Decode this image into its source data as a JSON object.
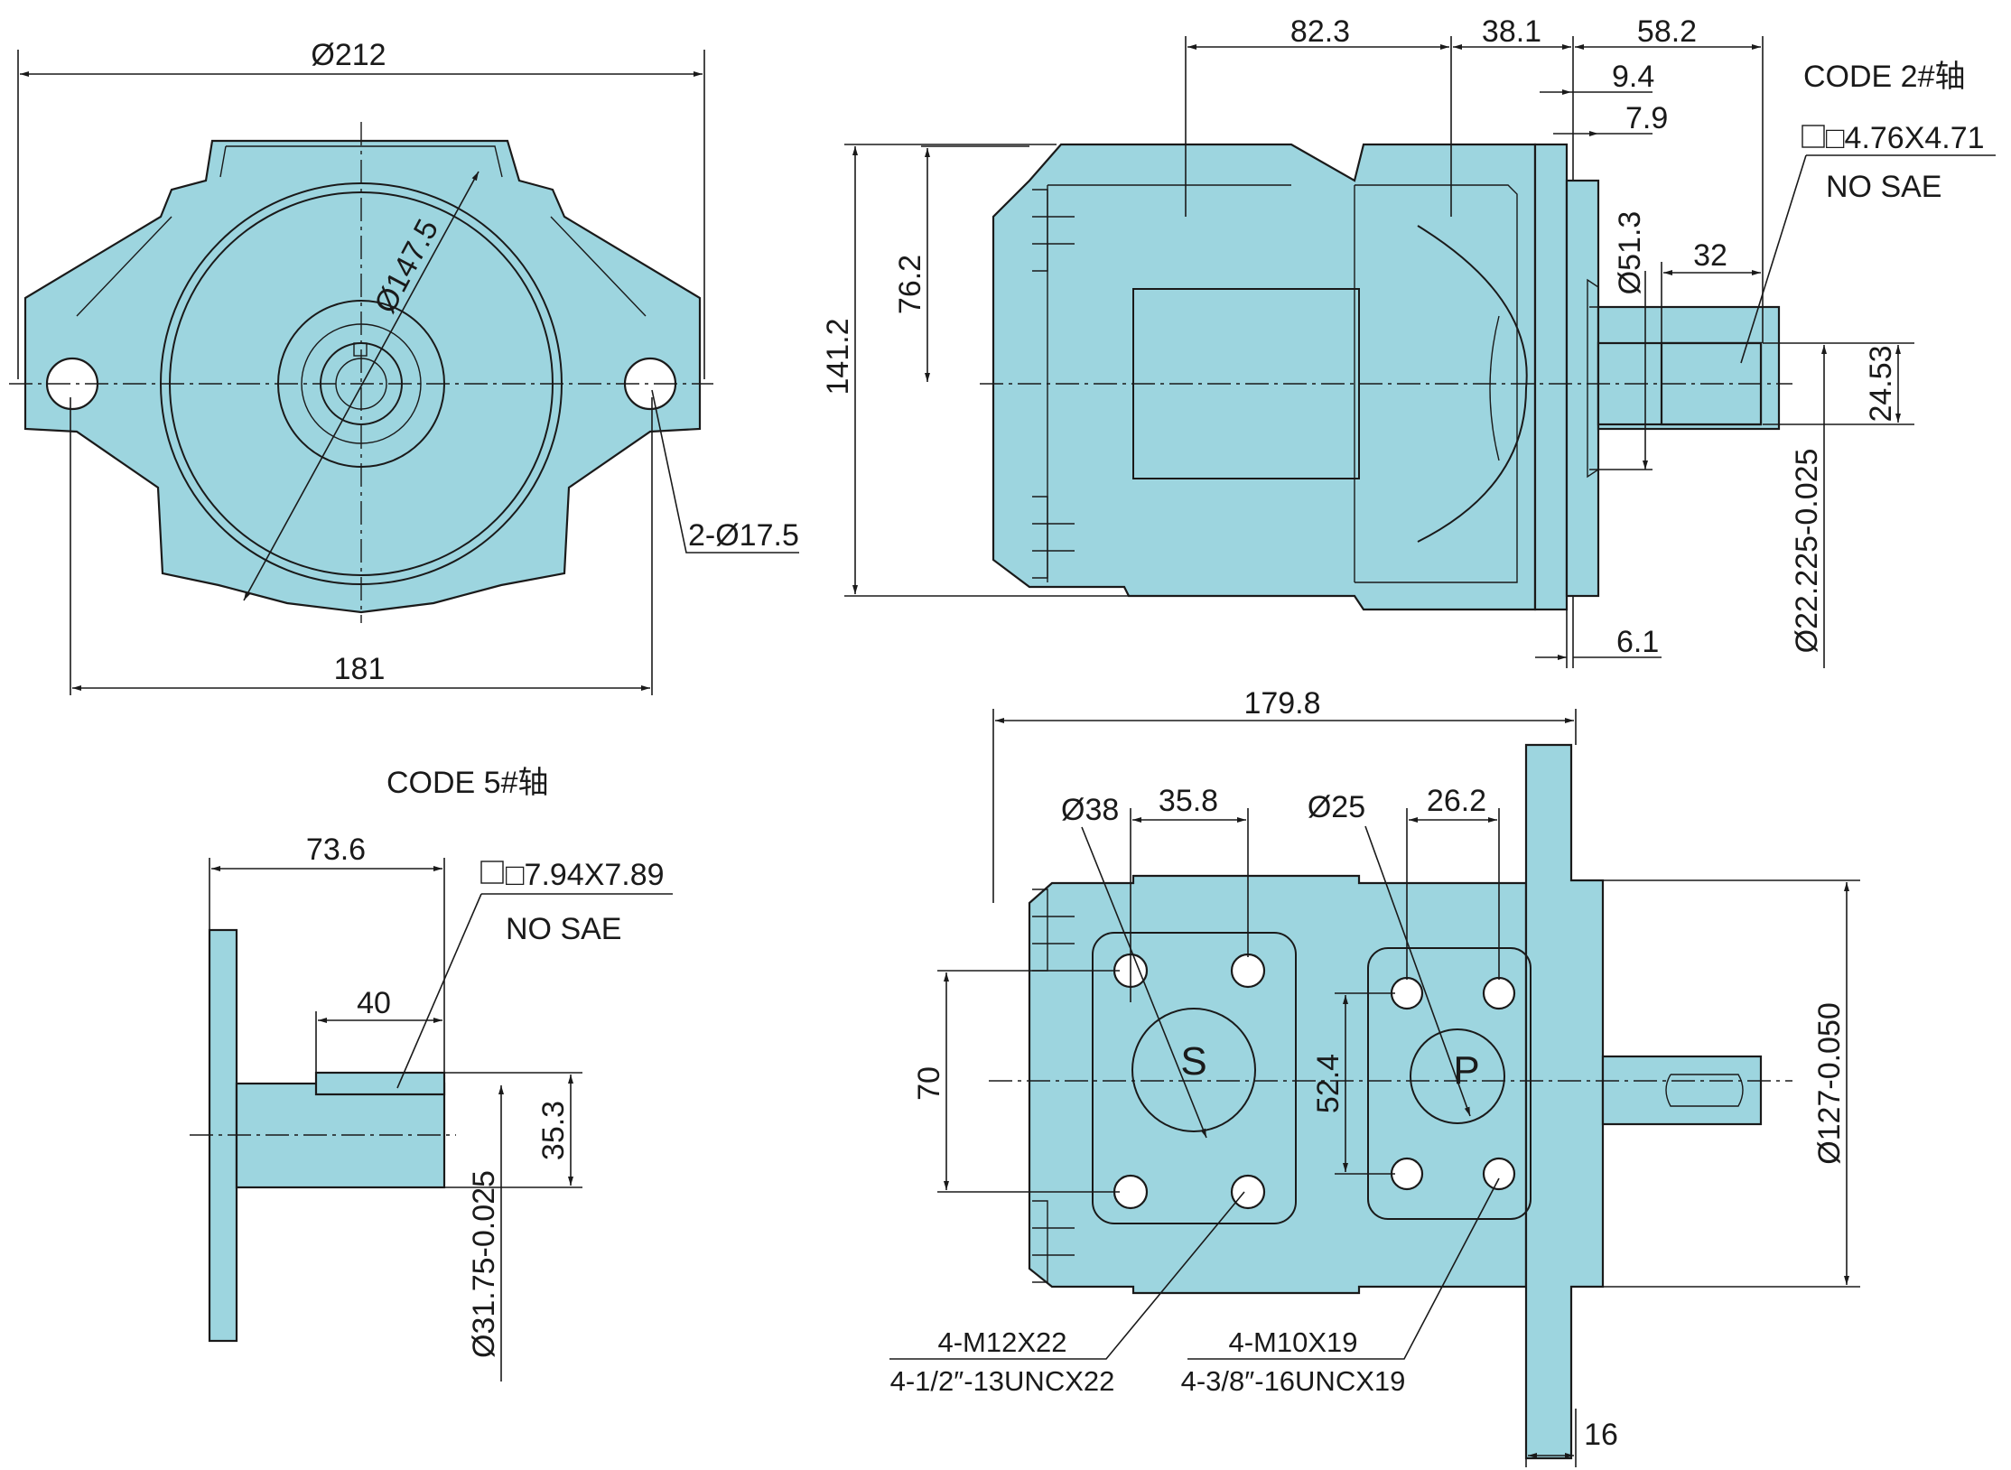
{
  "colors": {
    "part_fill": "#9dd5df",
    "line": "#1a1a1a",
    "background": "#ffffff"
  },
  "front_view": {
    "dia_overall": "Ø212",
    "dia_body": "Ø147.5",
    "mount_holes": "2-Ø17.5",
    "hole_spacing": "181"
  },
  "side_view": {
    "code_label": "CODE 2#轴",
    "key_size": "□4.76X4.71",
    "key_note": "NO SAE",
    "dim_82_3": "82.3",
    "dim_38_1": "38.1",
    "dim_58_2": "58.2",
    "dim_9_4": "9.4",
    "dim_7_9": "7.9",
    "dim_51_3": "Ø51.3",
    "dim_32": "32",
    "dim_24_53": "24.53",
    "dim_shaft_dia": "Ø22.225-0.025",
    "dim_6_1": "6.1",
    "dim_141_2": "141.2",
    "dim_76_2": "76.2"
  },
  "shaft5_view": {
    "code_label": "CODE 5#轴",
    "dim_73_6": "73.6",
    "key_size": "□7.94X7.89",
    "key_note": "NO SAE",
    "dim_40": "40",
    "dim_35_3": "35.3",
    "dim_shaft_dia": "Ø31.75-0.025"
  },
  "top_view": {
    "dim_179_8": "179.8",
    "dim_38": "Ø38",
    "dim_35_8": "35.8",
    "dim_25": "Ø25",
    "dim_26_2": "26.2",
    "dim_70": "70",
    "dim_52_4": "52.4",
    "suction_label": "S",
    "pressure_label": "P",
    "dim_127": "Ø127-0.050",
    "dim_16": "16",
    "suction_thread_1": "4-M12X22",
    "suction_thread_2": "4-1/2″-13UNCX22",
    "pressure_thread_1": "4-M10X19",
    "pressure_thread_2": "4-3/8″-16UNCX19"
  }
}
